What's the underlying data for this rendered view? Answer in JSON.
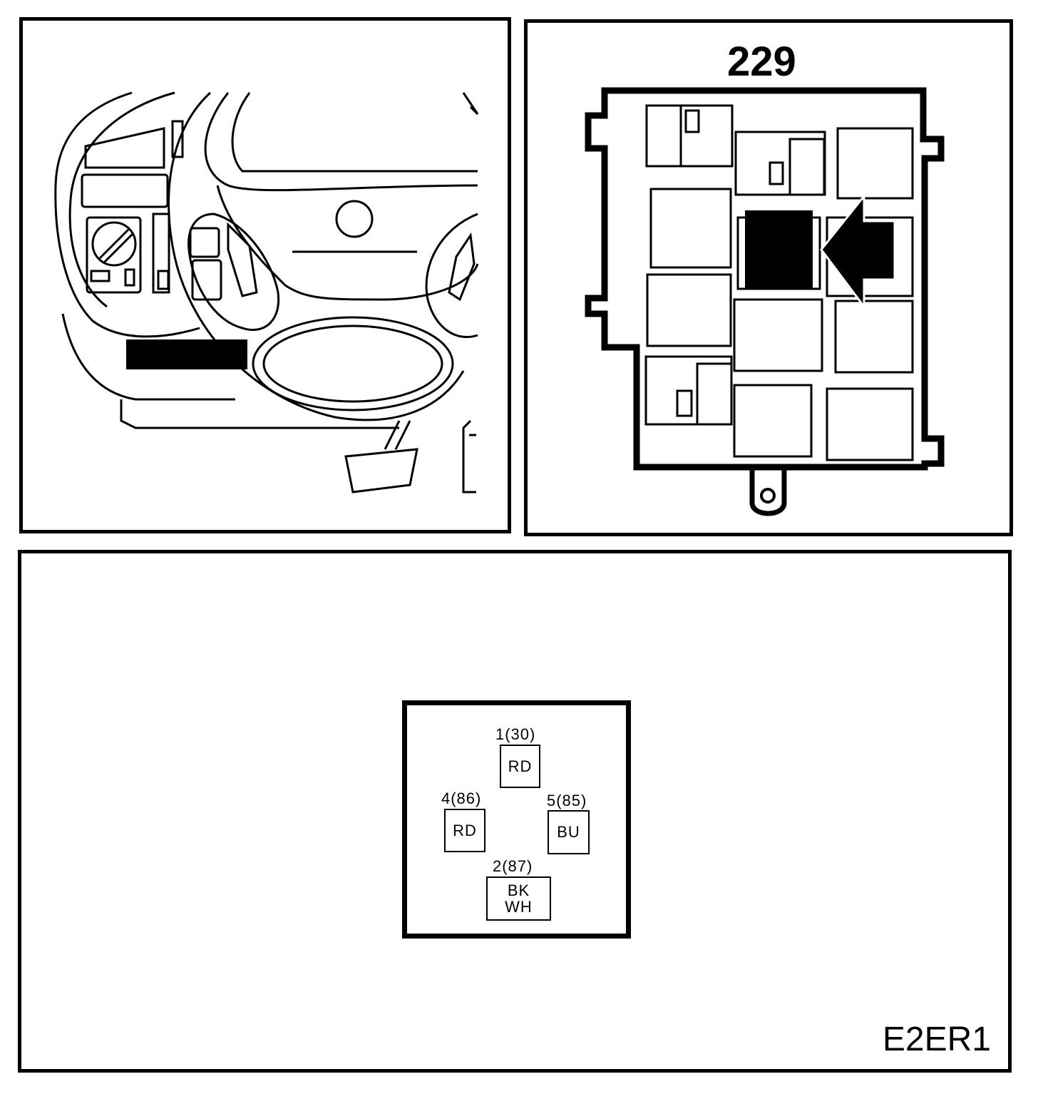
{
  "relay": {
    "number": "229"
  },
  "connector": {
    "pins": [
      {
        "label": "1(30)",
        "color_lines": [
          "RD"
        ]
      },
      {
        "label": "4(86)",
        "color_lines": [
          "RD"
        ]
      },
      {
        "label": "5(85)",
        "color_lines": [
          "BU"
        ]
      },
      {
        "label": "2(87)",
        "color_lines": [
          "BK",
          "WH"
        ]
      }
    ]
  },
  "figure": {
    "code": "E2ER1"
  }
}
